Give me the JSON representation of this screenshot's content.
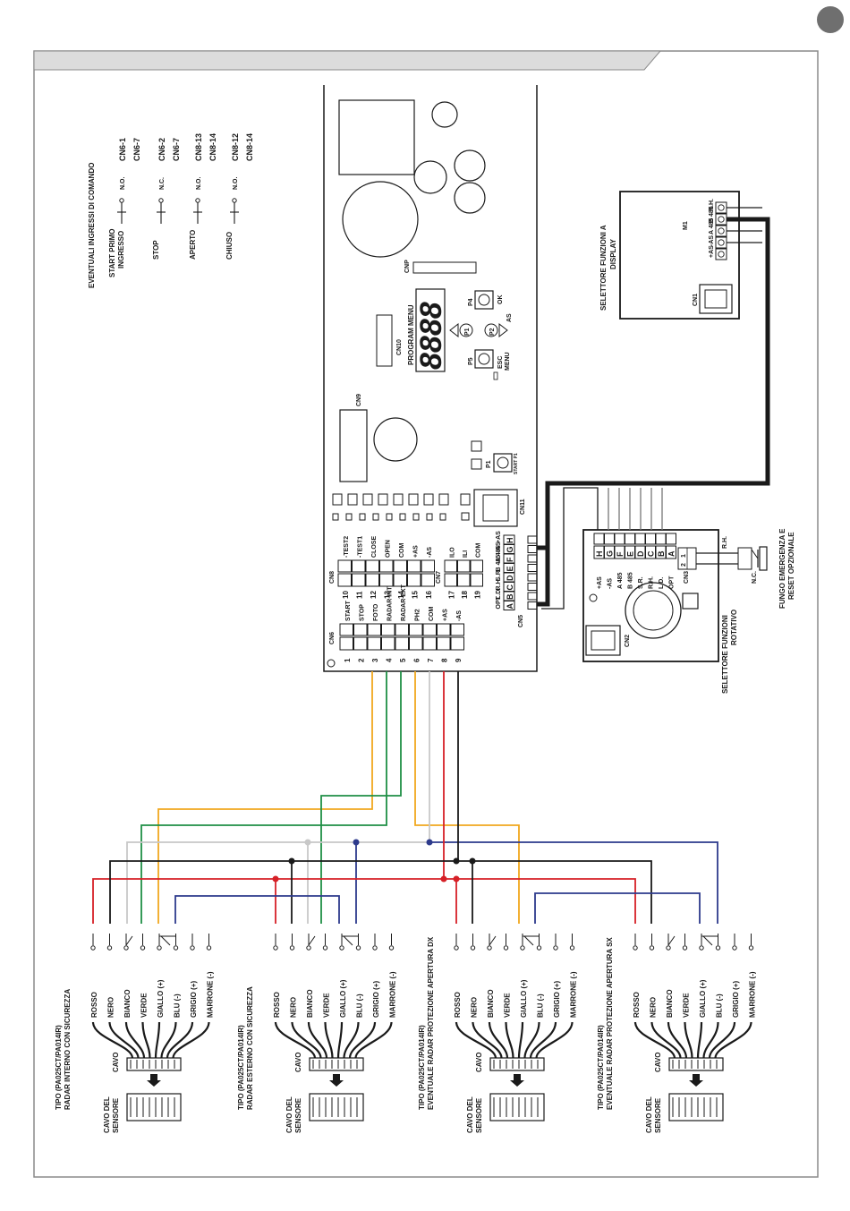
{
  "colors": {
    "rosso": "#d62027",
    "nero": "#1a1a1a",
    "bianco": "#c8c8c8",
    "verde": "#1f8f45",
    "giallo": "#f0a81e",
    "blu": "#2d3a8c",
    "header_bar": "#dcdcdc",
    "page_badge": "#6f6f6f"
  },
  "inputs": {
    "title": "EVENTUALI INGRESSI DI COMANDO",
    "items": [
      {
        "label": "START PRIMO INGRESSO",
        "type": "N.O.",
        "pins": [
          "CN6-1",
          "CN6-7"
        ]
      },
      {
        "label": "STOP",
        "type": "N.C.",
        "pins": [
          "CN6-2",
          "CN6-7"
        ]
      },
      {
        "label": "APERTO",
        "type": "N.O.",
        "pins": [
          "CN8-13",
          "CN8-14"
        ]
      },
      {
        "label": "CHIUSO",
        "type": "N.O.",
        "pins": [
          "CN8-12",
          "CN8-14"
        ]
      }
    ]
  },
  "board": {
    "connectors": {
      "cnp": "CNP",
      "cn10": "CN10",
      "cn9": "CN9",
      "cn11": "CN11",
      "cn8": "CN8",
      "cn7": "CN7",
      "cn6": "CN6",
      "cn5": "CN5"
    },
    "program_menu": "PROGRAM MENU",
    "display_digits": "8888",
    "buttons": {
      "p4": "P4",
      "ok": "OK",
      "p5": "P5",
      "esc": "ESC",
      "menu": "MENU",
      "as": "AS",
      "p1": "P1",
      "start": "START P1",
      "b1": "P1",
      "b2": "P2"
    },
    "cn8_terminals": [
      {
        "num": "10",
        "label": "-TEST2"
      },
      {
        "num": "11",
        "label": "-TEST1"
      },
      {
        "num": "12",
        "label": "CLOSE"
      },
      {
        "num": "13",
        "label": "OPEN"
      },
      {
        "num": "14",
        "label": "COM"
      },
      {
        "num": "15",
        "label": "+AS"
      },
      {
        "num": "16",
        "label": "-AS"
      }
    ],
    "cn7_terminals": [
      {
        "num": "17",
        "label": "ILO"
      },
      {
        "num": "18",
        "label": "ILI"
      },
      {
        "num": "19",
        "label": "COM"
      }
    ],
    "cn6_terminals": [
      {
        "num": "1",
        "label": "START"
      },
      {
        "num": "2",
        "label": "STOP"
      },
      {
        "num": "3",
        "label": "FOTO"
      },
      {
        "num": "4",
        "label": "RADAR INT"
      },
      {
        "num": "5",
        "label": "RADAR EXT"
      },
      {
        "num": "6",
        "label": "PH2"
      },
      {
        "num": "7",
        "label": "COM"
      },
      {
        "num": "8",
        "label": "+AS"
      },
      {
        "num": "9",
        "label": "-AS"
      }
    ],
    "cn5_letters": [
      "H",
      "G",
      "F",
      "E",
      "D",
      "C",
      "B",
      "A"
    ],
    "cn5_labels": [
      "+AS",
      "-AS",
      "A 485",
      "B 485",
      "S.R.",
      "R.H.",
      "L.D.",
      "OPT"
    ]
  },
  "display_selector": {
    "title": "SELETTORE FUNZIONI A DISPLAY",
    "connector_m1": "M1",
    "connector_cn1": "CN1",
    "terminals": [
      "R.H.",
      "B 485",
      "A 485",
      "-AS",
      "+AS"
    ]
  },
  "rotary_selector": {
    "title": "SELETTORE FUNZIONI ROTATIVO",
    "cn2": "CN2",
    "cn3": "CN3",
    "letters": [
      "H",
      "G",
      "F",
      "E",
      "D",
      "C",
      "B",
      "A"
    ],
    "labels": [
      "+AS",
      "-AS",
      "A 485",
      "B 485",
      "S.R.",
      "R.H.",
      "L.D.",
      "OPT"
    ],
    "cn3_pins": [
      "1",
      "2"
    ],
    "rh_label": "R.H.",
    "nc_label": "N.C."
  },
  "emergency": {
    "label": "FUNGO EMERGENZA E RESET OPZIONALE"
  },
  "sensors": [
    {
      "title_line1": "TIPO (PA025CT/PA014IR)",
      "title_line2": "RADAR INTERNO CON SICUREZZA",
      "cable": "CAVO",
      "sensor_cable_line1": "CAVO DEL",
      "sensor_cable_line2": "SENSORE"
    },
    {
      "title_line1": "TIPO (PA025CT/PA014IR)",
      "title_line2": "RADAR ESTERNO CON SICUREZZA",
      "cable": "CAVO",
      "sensor_cable_line1": "CAVO DEL",
      "sensor_cable_line2": "SENSORE"
    },
    {
      "title_line1": "TIPO (PA025CT/PA014IR)",
      "title_line2": "EVENTUALE RADAR PROTEZIONE APERTURA DX",
      "cable": "CAVO",
      "sensor_cable_line1": "CAVO DEL",
      "sensor_cable_line2": "SENSORE"
    },
    {
      "title_line1": "TIPO (PA025CT/PA014IR)",
      "title_line2": "EVENTUALE RADAR PROTEZIONE APERTURA SX",
      "cable": "CAVO",
      "sensor_cable_line1": "CAVO DEL",
      "sensor_cable_line2": "SENSORE"
    }
  ],
  "wire_labels": [
    "ROSSO",
    "NERO",
    "BIANCO",
    "VERDE",
    "GIALLO (+)",
    "BLU (-)",
    "GRIGIO (+)",
    "MARRONE (-)"
  ]
}
